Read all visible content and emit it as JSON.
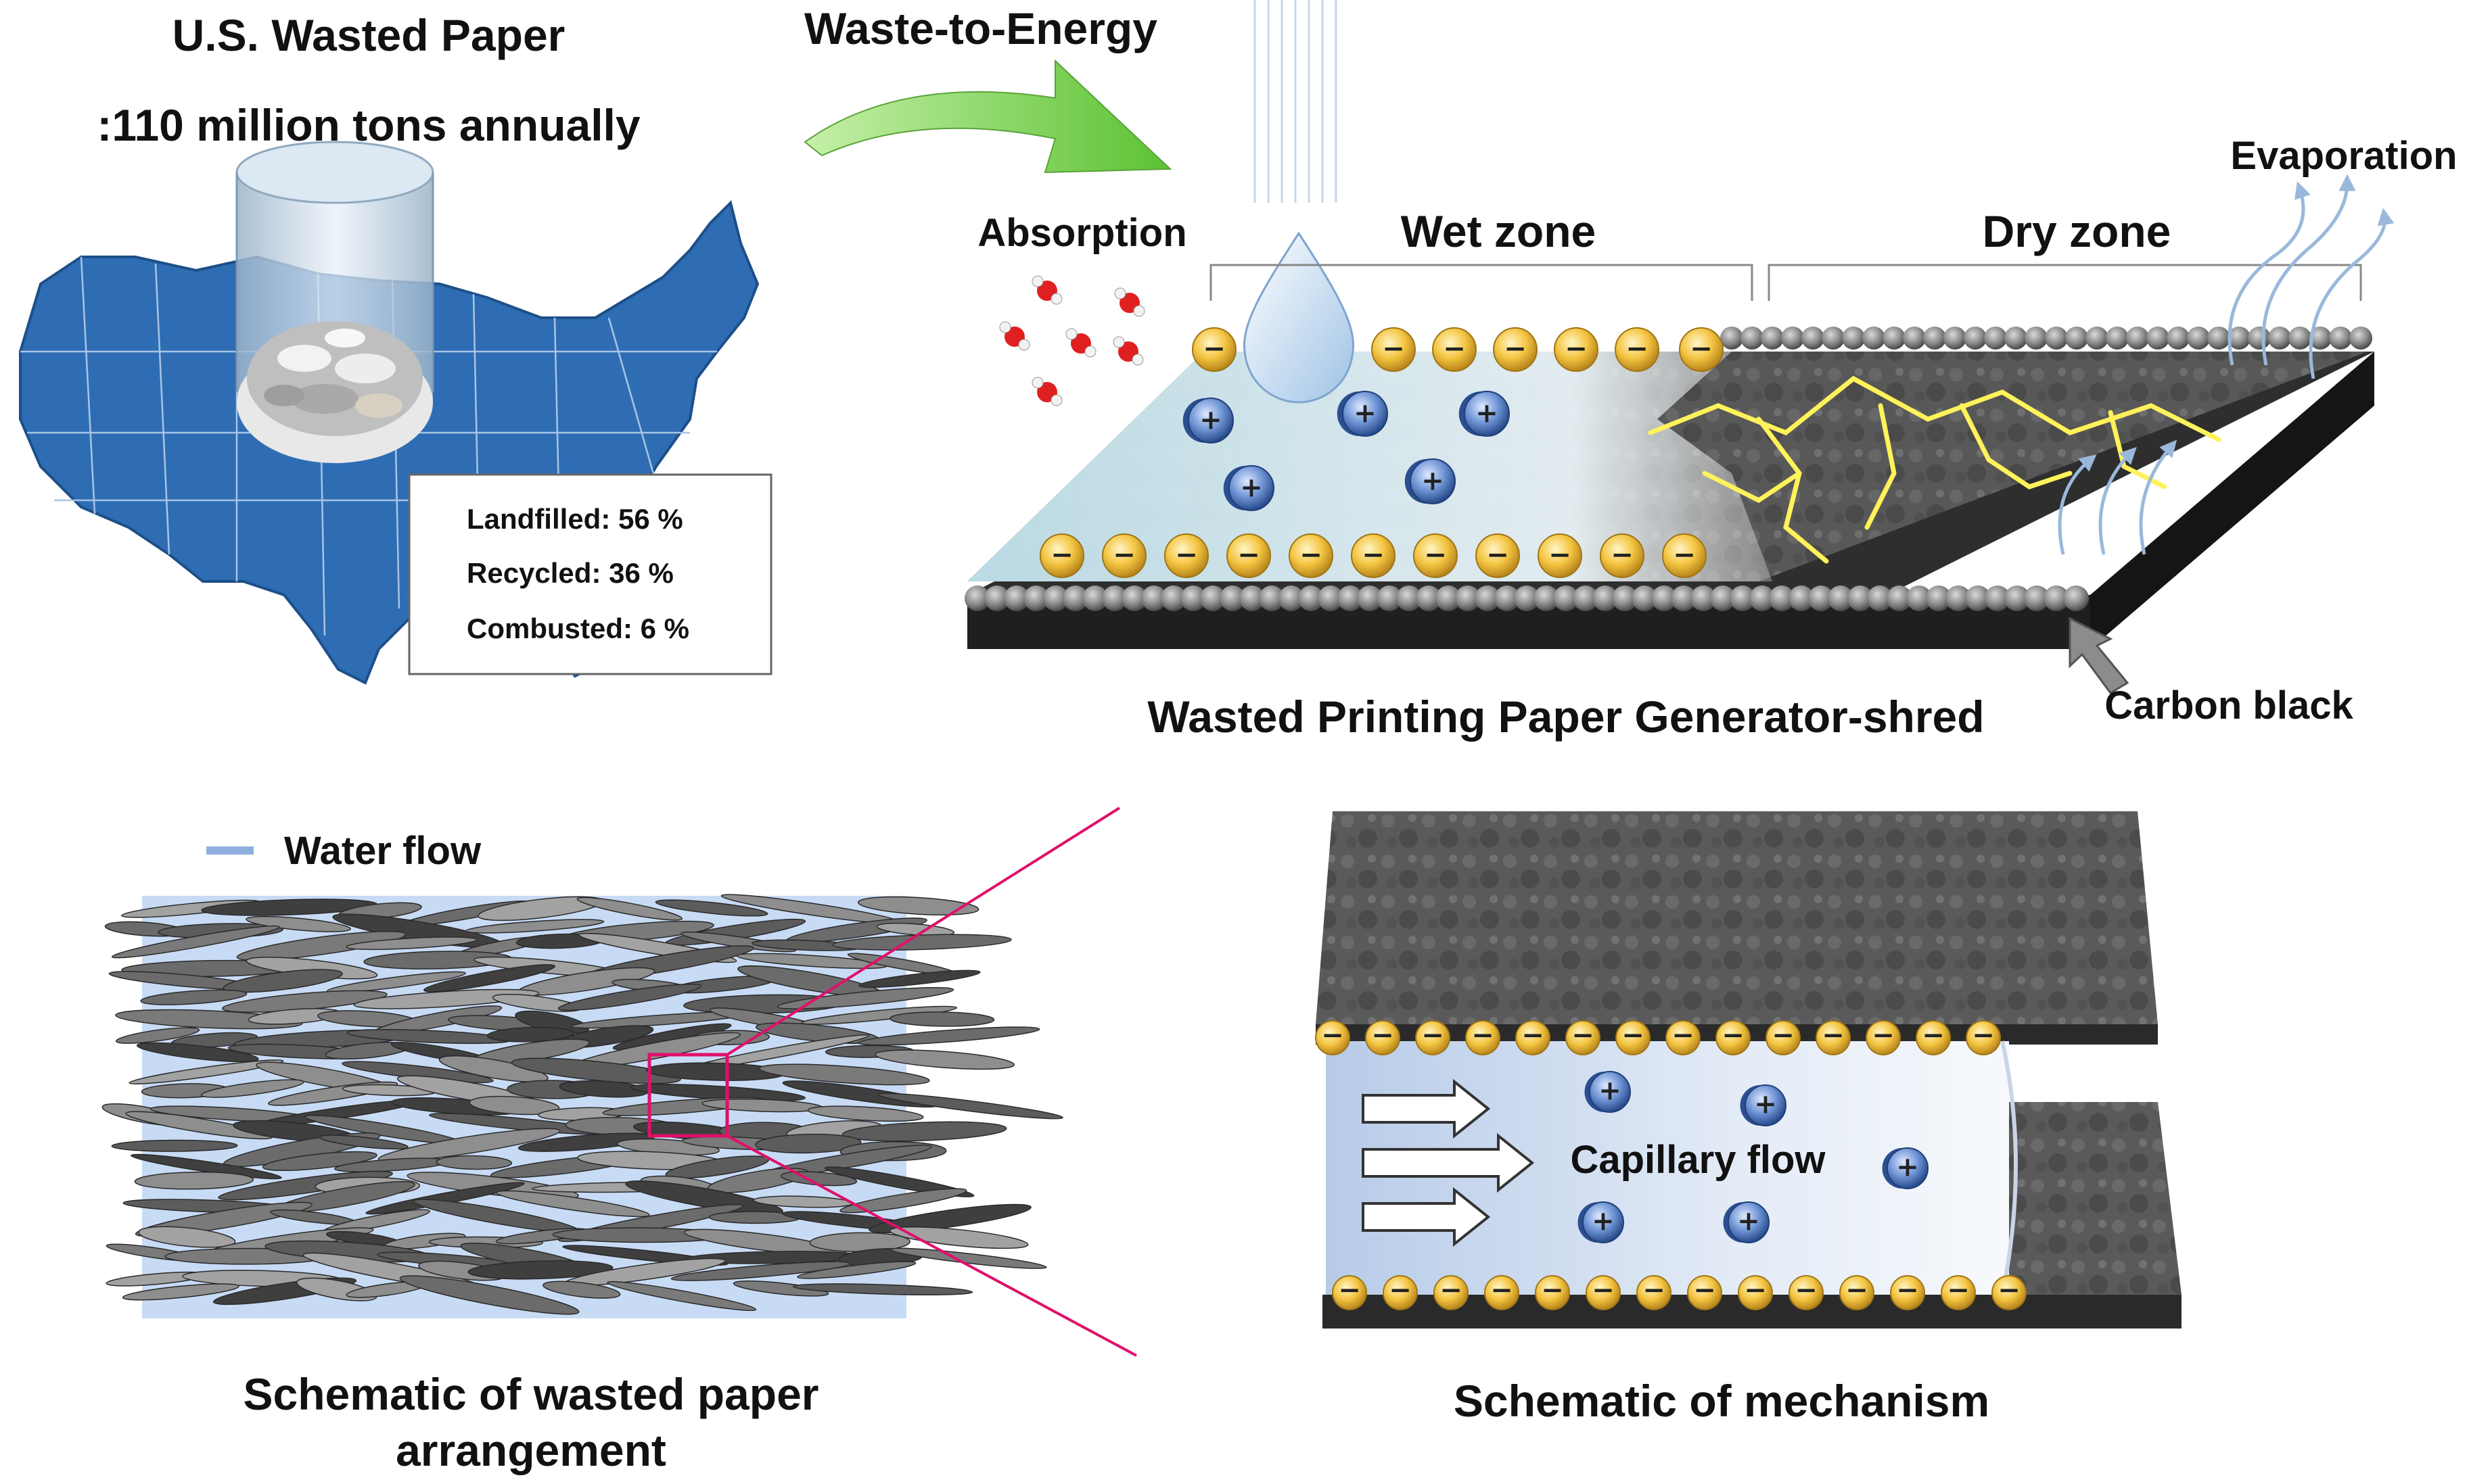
{
  "header": {
    "us_title": "U.S. Wasted Paper",
    "us_subtitle": ":110 million tons annually",
    "wte_label": "Waste-to-Energy"
  },
  "stats": {
    "landfilled": "Landfilled: 56 %",
    "recycled": "Recycled: 36 %",
    "combusted": "Combusted:  6 %"
  },
  "generator": {
    "absorption": "Absorption",
    "wet_zone": "Wet zone",
    "dry_zone": "Dry zone",
    "evaporation": "Evaporation",
    "carbon_black": "Carbon black",
    "title": "Wasted Printing Paper Generator-shred"
  },
  "arrangement": {
    "legend": "Water flow",
    "title_line1": "Schematic of wasted paper",
    "title_line2": "arrangement"
  },
  "mechanism": {
    "capillary": "Capillary flow",
    "title": "Schematic of mechanism"
  },
  "signs": {
    "negative": "−",
    "positive": "+"
  },
  "colors": {
    "map_blue": "#2e6db4",
    "arrow_green": "#7ed957",
    "negative_charge": "#f4c542",
    "positive_charge": "#3e6ec2",
    "carbon": "#3a3a3a",
    "spark": "#fff25a",
    "zoom_line": "#e0106a",
    "water": "#c8dbf5"
  }
}
